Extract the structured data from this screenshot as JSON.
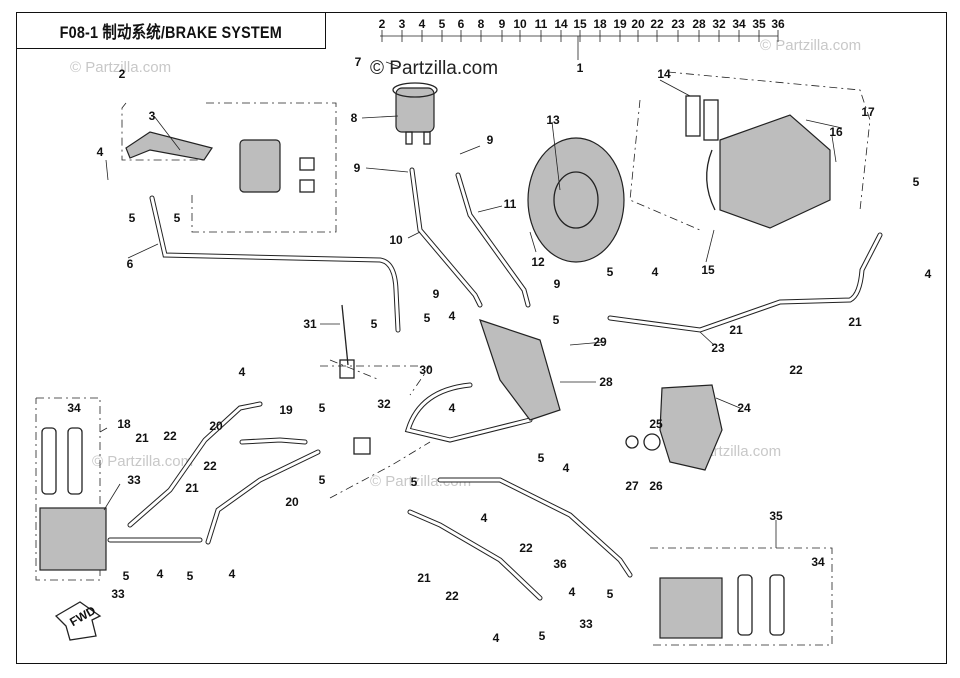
{
  "title": "F08-1 制动系统/BRAKE SYSTEM",
  "watermarks": {
    "main": "© Partzilla.com",
    "faint": "© Partzilla.com"
  },
  "part1_group": [
    "2",
    "3",
    "4",
    "5",
    "6",
    "8",
    "9",
    "10",
    "11",
    "14",
    "15",
    "18",
    "19",
    "20",
    "22",
    "23",
    "28",
    "32",
    "34",
    "35",
    "36"
  ],
  "callouts": [
    {
      "id": "c1",
      "text": "1"
    },
    {
      "id": "c2",
      "text": "2"
    },
    {
      "id": "c3",
      "text": "3"
    },
    {
      "id": "c4a",
      "text": "4"
    },
    {
      "id": "c5a",
      "text": "5"
    },
    {
      "id": "c5b",
      "text": "5"
    },
    {
      "id": "c6",
      "text": "6"
    },
    {
      "id": "c7",
      "text": "7"
    },
    {
      "id": "c8",
      "text": "8"
    },
    {
      "id": "c9a",
      "text": "9"
    },
    {
      "id": "c9b",
      "text": "9"
    },
    {
      "id": "c9c",
      "text": "9"
    },
    {
      "id": "c9d",
      "text": "9"
    },
    {
      "id": "c10",
      "text": "10"
    },
    {
      "id": "c11",
      "text": "11"
    },
    {
      "id": "c12",
      "text": "12"
    },
    {
      "id": "c13",
      "text": "13"
    },
    {
      "id": "c14",
      "text": "14"
    },
    {
      "id": "c15",
      "text": "15"
    },
    {
      "id": "c16",
      "text": "16"
    },
    {
      "id": "c17",
      "text": "17"
    },
    {
      "id": "c5c",
      "text": "5"
    },
    {
      "id": "c4b",
      "text": "4"
    },
    {
      "id": "c5d",
      "text": "5"
    },
    {
      "id": "c4c",
      "text": "4"
    },
    {
      "id": "c21a",
      "text": "21"
    },
    {
      "id": "c21b",
      "text": "21"
    },
    {
      "id": "c22a",
      "text": "22"
    },
    {
      "id": "c23",
      "text": "23"
    },
    {
      "id": "c31",
      "text": "31"
    },
    {
      "id": "c5e",
      "text": "5"
    },
    {
      "id": "c5f",
      "text": "5"
    },
    {
      "id": "c4d",
      "text": "4"
    },
    {
      "id": "c29",
      "text": "29"
    },
    {
      "id": "c28",
      "text": "28"
    },
    {
      "id": "c30",
      "text": "30"
    },
    {
      "id": "c4e",
      "text": "4"
    },
    {
      "id": "c5g",
      "text": "5"
    },
    {
      "id": "c4f",
      "text": "4"
    },
    {
      "id": "c32",
      "text": "32"
    },
    {
      "id": "c24",
      "text": "24"
    },
    {
      "id": "c25",
      "text": "25"
    },
    {
      "id": "c27",
      "text": "27"
    },
    {
      "id": "c26",
      "text": "26"
    },
    {
      "id": "c34a",
      "text": "34"
    },
    {
      "id": "c18",
      "text": "18"
    },
    {
      "id": "c21c",
      "text": "21"
    },
    {
      "id": "c22b",
      "text": "22"
    },
    {
      "id": "c20a",
      "text": "20"
    },
    {
      "id": "c19",
      "text": "19"
    },
    {
      "id": "c5h",
      "text": "5"
    },
    {
      "id": "c20b",
      "text": "20"
    },
    {
      "id": "c21d",
      "text": "21"
    },
    {
      "id": "c22c",
      "text": "22"
    },
    {
      "id": "c33a",
      "text": "33"
    },
    {
      "id": "c5i",
      "text": "5"
    },
    {
      "id": "c4g",
      "text": "4"
    },
    {
      "id": "c5j",
      "text": "5"
    },
    {
      "id": "c4h",
      "text": "4"
    },
    {
      "id": "c33b",
      "text": "33"
    },
    {
      "id": "c5k",
      "text": "5"
    },
    {
      "id": "c4i",
      "text": "4"
    },
    {
      "id": "c22d",
      "text": "22"
    },
    {
      "id": "c36",
      "text": "36"
    },
    {
      "id": "c21e",
      "text": "21"
    },
    {
      "id": "c22e",
      "text": "22"
    },
    {
      "id": "c4j",
      "text": "4"
    },
    {
      "id": "c5l",
      "text": "5"
    },
    {
      "id": "c4k",
      "text": "4"
    },
    {
      "id": "c5m",
      "text": "5"
    },
    {
      "id": "c33c",
      "text": "33"
    },
    {
      "id": "c35",
      "text": "35"
    },
    {
      "id": "c34b",
      "text": "34"
    },
    {
      "id": "c4l",
      "text": "4"
    },
    {
      "id": "c5n",
      "text": "5"
    },
    {
      "id": "c5o",
      "text": "5"
    }
  ],
  "fwd_label": "FWD"
}
